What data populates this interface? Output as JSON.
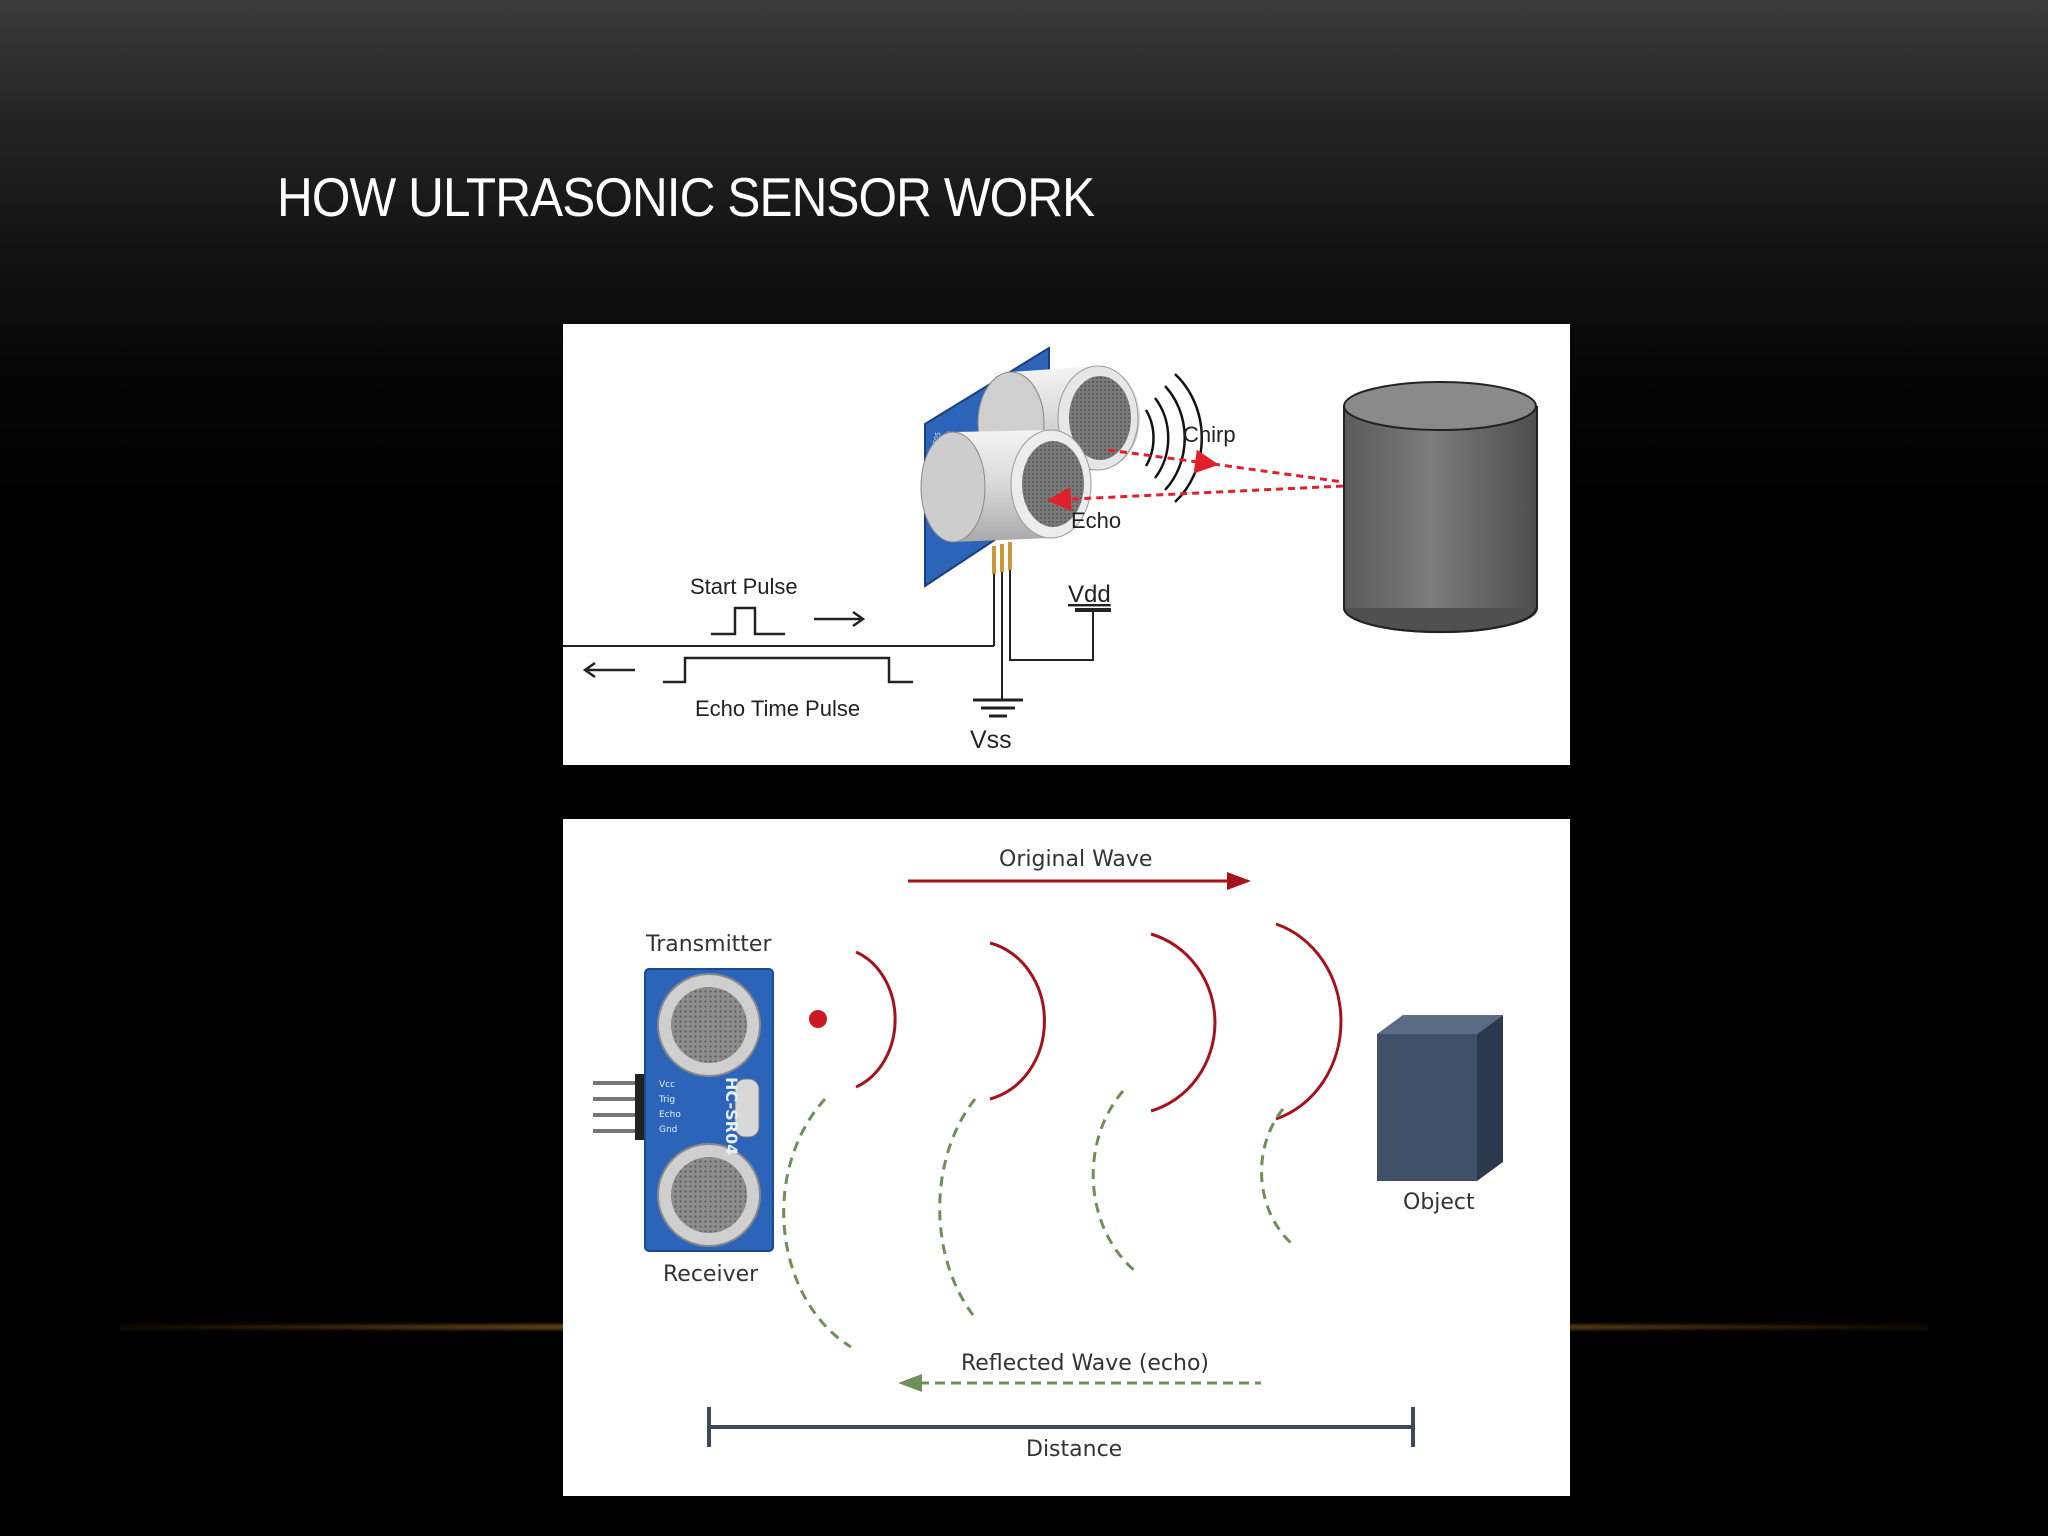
{
  "slide": {
    "title": "HOW ULTRASONIC SENSOR WORK"
  },
  "diagram_top": {
    "labels": {
      "chirp": "Chirp",
      "echo": "Echo",
      "start_pulse": "Start Pulse",
      "echo_time_pulse": "Echo Time Pulse",
      "vdd": "Vdd",
      "vss": "Vss"
    }
  },
  "diagram_bottom": {
    "labels": {
      "original_wave": "Original Wave",
      "transmitter": "Transmitter",
      "receiver": "Receiver",
      "object": "Object",
      "reflected_wave": "Reflected Wave (echo)",
      "distance": "Distance"
    },
    "module_pins": [
      "Vcc",
      "Trig",
      "Echo",
      "Gnd"
    ],
    "module_name": "HC-SR04"
  },
  "colors": {
    "chirp_arrow": "#e0202a",
    "original_wave": "#a5121c",
    "reflected_wave": "#6f8f5a",
    "object_cube": "#3f5068",
    "sensor_board": "#2b64b8",
    "cylinder": "#6a6a6a"
  }
}
